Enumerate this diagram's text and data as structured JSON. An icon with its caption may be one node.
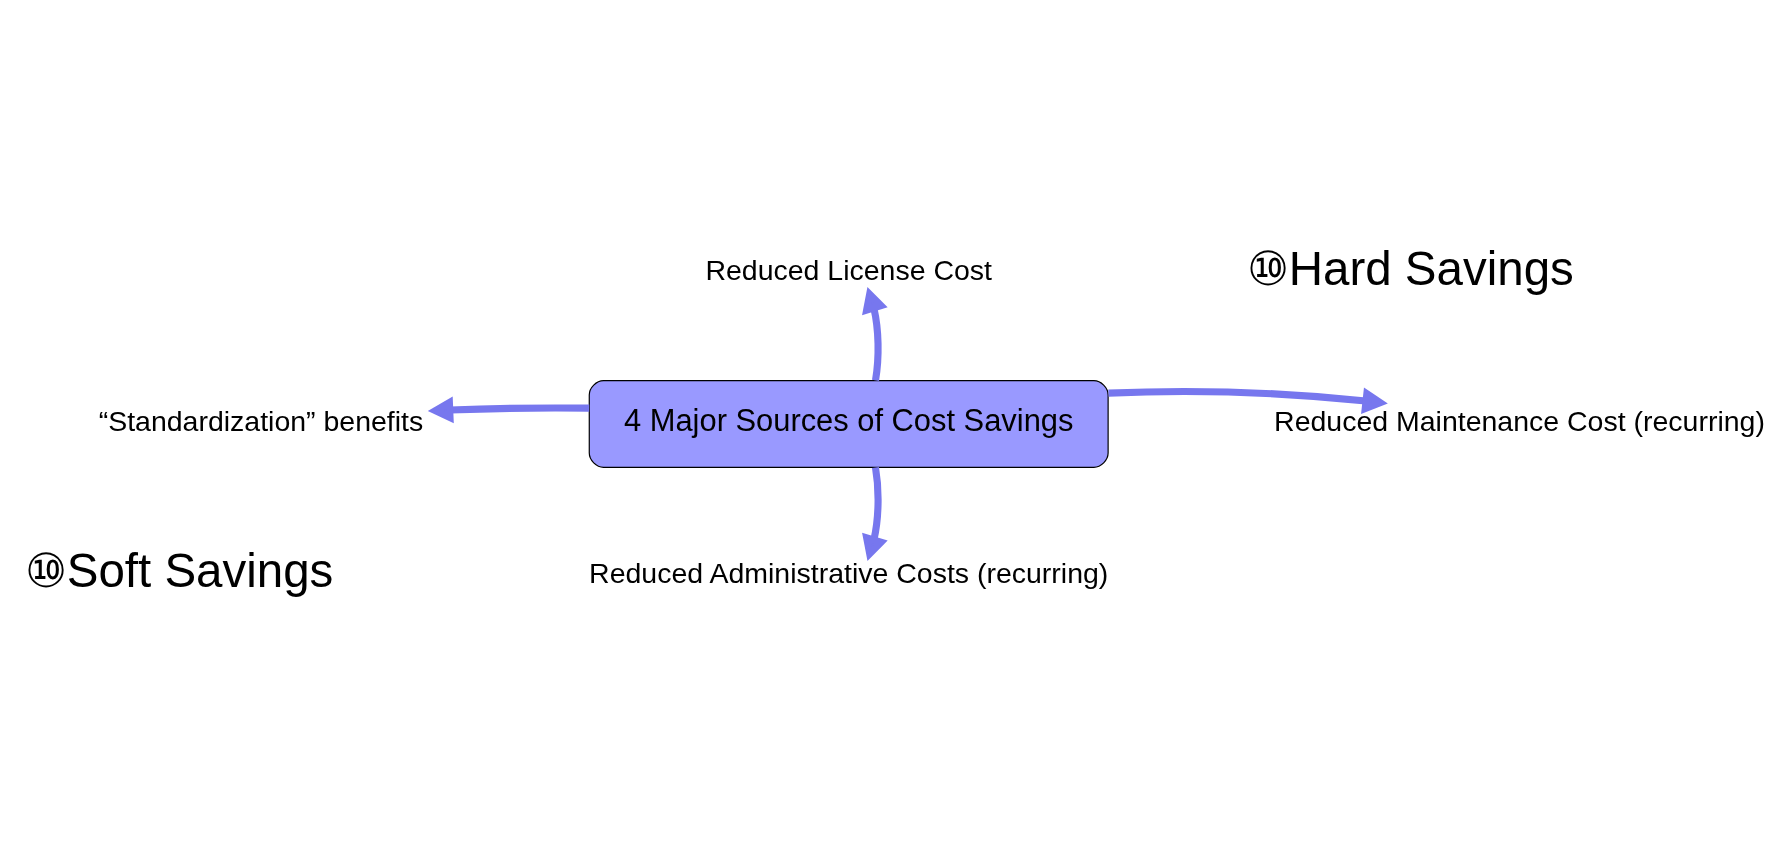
{
  "diagram": {
    "nodes": [
      {
        "text": [
          "4 Major Sources of Cost Savings"
        ]
      },
      {
        "text": [
          "Reduced License Cost"
        ]
      },
      {
        "text": [
          "“Standardization” benefits"
        ]
      },
      {
        "text": [
          "Reduced Maintenance Cost (recurring)"
        ]
      },
      {
        "text": [
          "Reduced Administrative Costs (recurring)"
        ]
      }
    ],
    "edges": [
      {
        "from": 0,
        "to": 1,
        "arrow": "to"
      },
      {
        "from": 0,
        "to": 2,
        "arrow": "to"
      },
      {
        "from": 0,
        "to": 3,
        "arrow": "to"
      },
      {
        "from": 0,
        "to": 4,
        "arrow": "to"
      }
    ],
    "labels": [
      "⑩Hard Savings",
      "⑩Soft Savings"
    ]
  }
}
